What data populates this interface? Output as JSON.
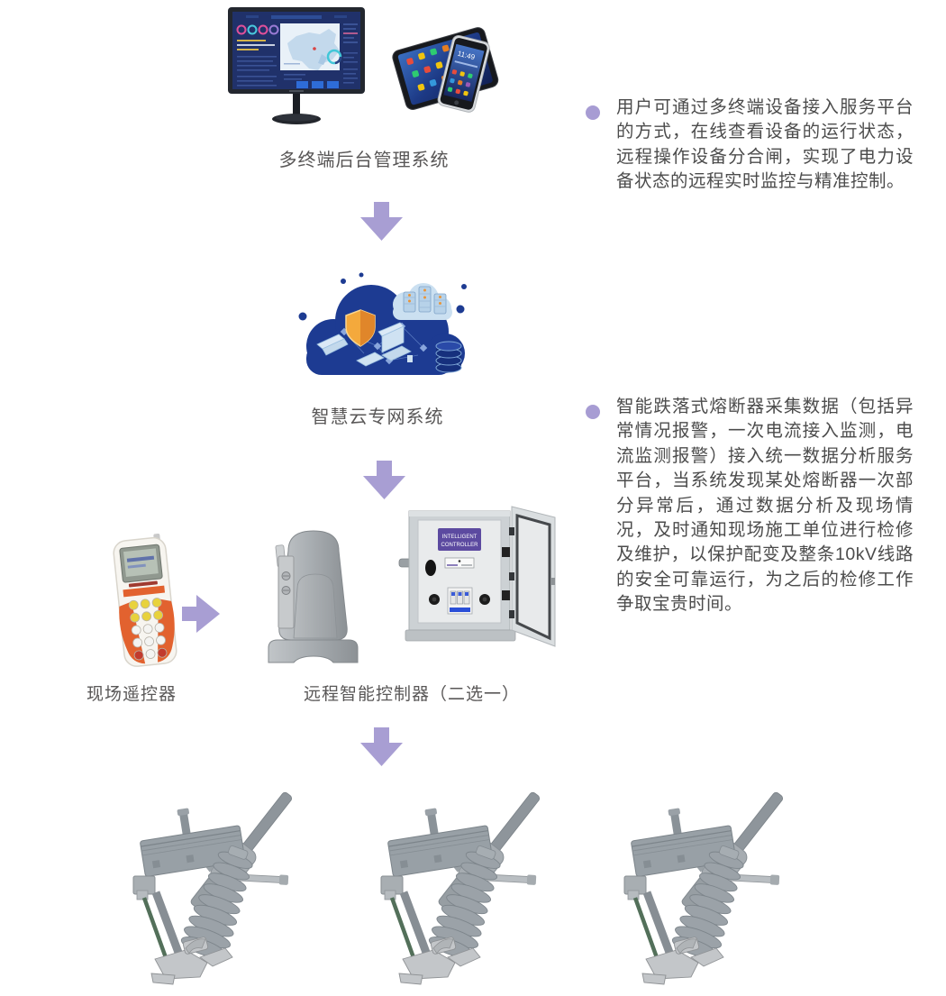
{
  "colors": {
    "accent_purple": "#a89ed3",
    "body_text": "#4c4c4c",
    "label_text": "#595757",
    "cloud_blue": "#1d3b92",
    "cabinet_label_purple": "#5c4aa0",
    "shield_orange": "#f4a93c"
  },
  "flow": {
    "top": {
      "label": "多终端后台管理系统"
    },
    "cloud": {
      "label": "智慧云专网系统"
    },
    "controllers": {
      "remote_label": "现场遥控器",
      "controller_label": "远程智能控制器（二选一）"
    }
  },
  "bullets": [
    {
      "text": "用户可通过多终端设备接入服务平台的方式，在线查看设备的运行状态，远程操作设备分合闸，实现了电力设备状态的远程实时监控与精准控制。"
    },
    {
      "text": "智能跌落式熔断器采集数据（包括异常情况报警，一次电流接入监测，电流监测报警）接入统一数据分析服务平台，当系统发现某处熔断器一次部分异常后，通过数据分析及现场情况，及时通知现场施工单位进行检修及维护，以保护配变及整条10kV线路的安全可靠运行，为之后的检修工作争取宝贵时间。"
    }
  ],
  "cabinet": {
    "label_line1": "INTELLIGENT",
    "label_line2": "CONTROLLER"
  },
  "phone": {
    "time": "11:49"
  },
  "icons": {
    "monitor": "monitor-dashboard-icon",
    "devices": "tablet-phone-icon",
    "cloud": "cloud-platform-icon",
    "remote": "handheld-remote-icon",
    "dome": "dome-controller-icon",
    "cabinet": "control-cabinet-icon",
    "fuse": "dropout-fuse-icon",
    "arrow_down": "arrow-down-icon",
    "arrow_right": "arrow-right-icon"
  }
}
